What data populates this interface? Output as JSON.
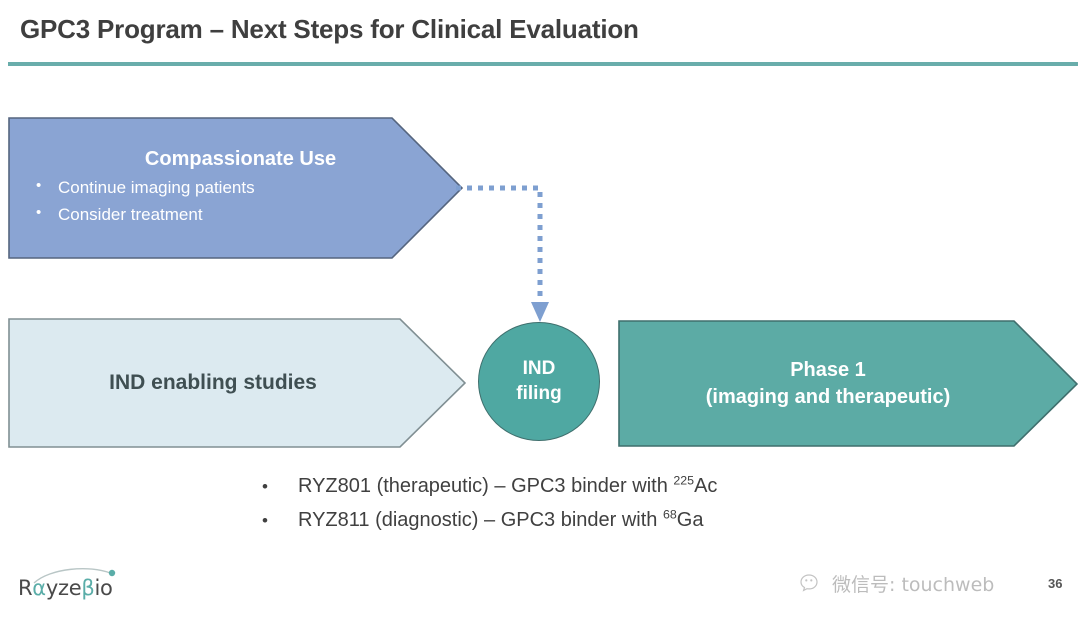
{
  "slide": {
    "title": "GPC3 Program – Next Steps for Clinical Evaluation",
    "page_number": "36"
  },
  "colors": {
    "accent_rule": "#69adab",
    "compassionate_use_fill": "#8aa4d3",
    "compassionate_use_stroke": "#55657f",
    "ind_enabling_fill": "#dceaf0",
    "ind_enabling_stroke": "#808f93",
    "phase1_fill": "#5caba5",
    "phase1_stroke": "#3f6f6d",
    "ind_filing_fill": "#4fa8a2",
    "connector": "#7e9fd0",
    "title_text": "#3f3f3f",
    "body_text": "#404040",
    "logo_teal": "#5aada8"
  },
  "compassionate_use": {
    "heading": "Compassionate Use",
    "bullets": [
      "Continue imaging patients",
      "Consider treatment"
    ]
  },
  "ind_enabling_studies": {
    "label": "IND enabling studies"
  },
  "ind_filing": {
    "line1": "IND",
    "line2": "filing"
  },
  "phase_1": {
    "line1": "Phase 1",
    "line2": "(imaging and therapeutic)"
  },
  "detail_bullets": [
    {
      "bullet": "•",
      "pre": "RYZ801 (therapeutic) – GPC3 binder with ",
      "sup": "225",
      "post": "Ac"
    },
    {
      "bullet": "•",
      "pre": "RYZ811 (diagnostic) – GPC3 binder with ",
      "sup": "68",
      "post": "Ga"
    }
  ],
  "logo": {
    "part1": "R",
    "part2": "α",
    "part3": "yze",
    "part4": "β",
    "part5": "io"
  },
  "watermark": {
    "text": "微信号: touchweb"
  }
}
